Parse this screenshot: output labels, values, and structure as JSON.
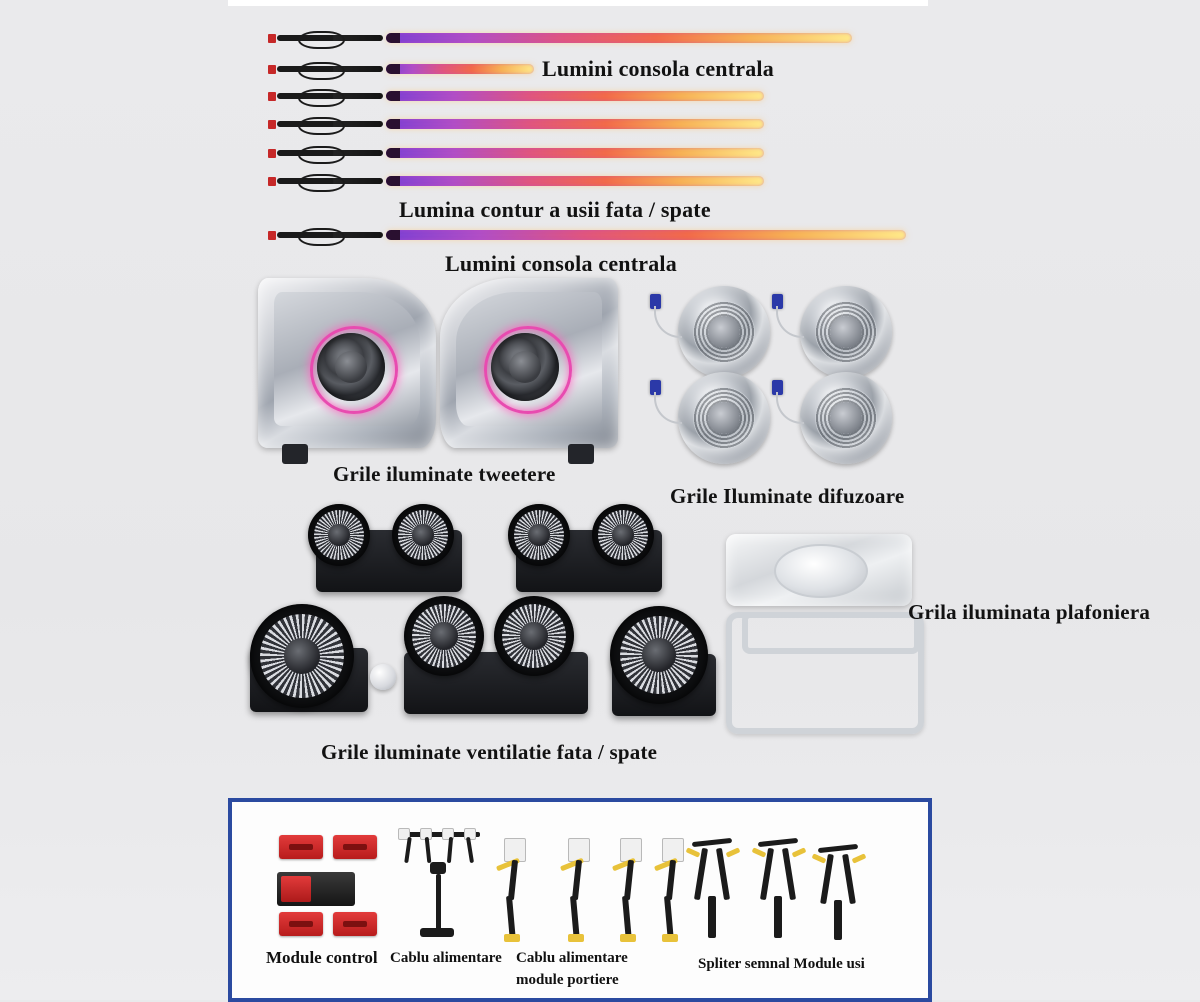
{
  "image": {
    "kind": "product-kit-photo",
    "background_color": "#e9e9eb",
    "panel_border_color": "#2b4aa0",
    "led_strip_colors": [
      "#7b3fd4",
      "#b14ec6",
      "#e0557f",
      "#f26a4a",
      "#f7b155",
      "#ffe98a"
    ],
    "tweeter_ring_color": "#e84bb0",
    "connector_color": "#2b39a8"
  },
  "labels": {
    "center_console_lights_top": "Lumini consola centrala",
    "door_contour_light": "Lumina contur a usii fata / spate",
    "center_console_lights_bottom": "Lumini consola centrala",
    "tweeter_grilles": "Grile iluminate tweetere",
    "speaker_grilles": "Grile Iluminate difuzoare",
    "vent_grilles": "Grile iluminate ventilatie fata / spate",
    "dome_light_grille": "Grila iluminata plafoniera",
    "control_module": "Module control",
    "power_cable": "Cablu alimentare",
    "door_module_power_cable_line1": "Cablu alimentare",
    "door_module_power_cable_line2": "module portiere",
    "signal_splitter": "Spliter semnal Module usi"
  },
  "strips": [
    {
      "id": "strip-1",
      "tube_length": 466
    },
    {
      "id": "strip-2",
      "tube_length": 148
    },
    {
      "id": "strip-3",
      "tube_length": 378
    },
    {
      "id": "strip-4",
      "tube_length": 378
    },
    {
      "id": "strip-5",
      "tube_length": 378
    },
    {
      "id": "strip-6",
      "tube_length": 378
    },
    {
      "id": "strip-7",
      "tube_length": 520
    }
  ],
  "speakers": [
    {
      "id": "speaker-front-left"
    },
    {
      "id": "speaker-front-right"
    },
    {
      "id": "speaker-rear-left"
    },
    {
      "id": "speaker-rear-right"
    }
  ],
  "vents": [
    {
      "id": "vent-1"
    },
    {
      "id": "vent-2"
    },
    {
      "id": "vent-3"
    },
    {
      "id": "vent-4"
    },
    {
      "id": "vent-5"
    },
    {
      "id": "vent-6"
    },
    {
      "id": "vent-7"
    },
    {
      "id": "vent-8"
    }
  ],
  "modules": [
    {
      "id": "module-1"
    },
    {
      "id": "module-2"
    },
    {
      "id": "module-3"
    },
    {
      "id": "module-4"
    }
  ],
  "door_cables": [
    {
      "id": "door-cable-1"
    },
    {
      "id": "door-cable-2"
    },
    {
      "id": "door-cable-3"
    },
    {
      "id": "door-cable-4"
    }
  ],
  "splitters": [
    {
      "id": "splitter-1"
    },
    {
      "id": "splitter-2"
    },
    {
      "id": "splitter-3"
    }
  ]
}
